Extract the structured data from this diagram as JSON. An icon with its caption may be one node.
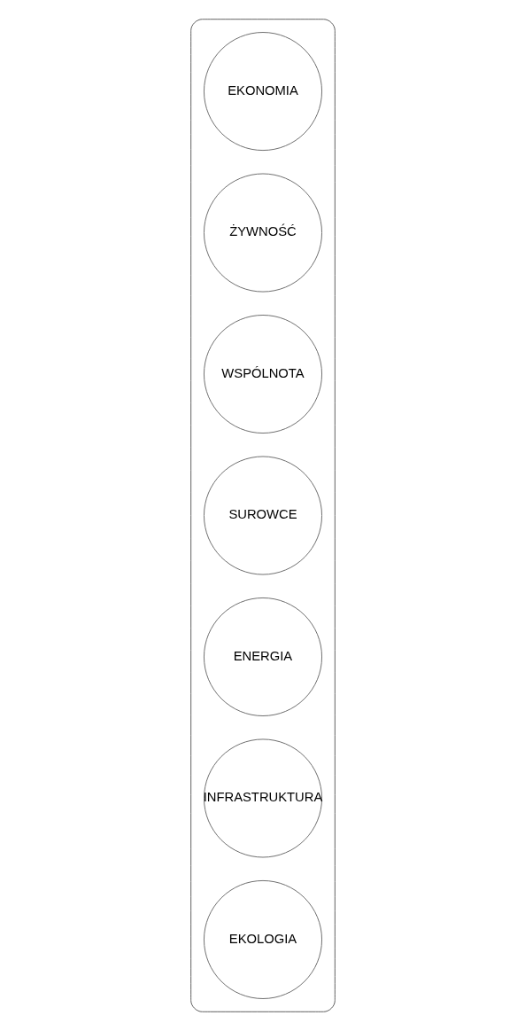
{
  "diagram": {
    "nodes": [
      {
        "text": [],
        "shape": "box"
      },
      {
        "text": [
          "EKONOMIA"
        ],
        "in": 0
      },
      {
        "text": [
          "ŻYWNOŚĆ"
        ],
        "in": 0
      },
      {
        "text": [
          "WSPÓLNOTA"
        ],
        "in": 0
      },
      {
        "text": [
          "SUROWCE"
        ],
        "in": 0
      },
      {
        "text": [
          "ENERGIA"
        ],
        "in": 0
      },
      {
        "text": [
          "INFRASTRUKTURA"
        ],
        "in": 0
      },
      {
        "text": [
          "EKOLOGIA"
        ],
        "in": 0
      }
    ],
    "edges": []
  }
}
